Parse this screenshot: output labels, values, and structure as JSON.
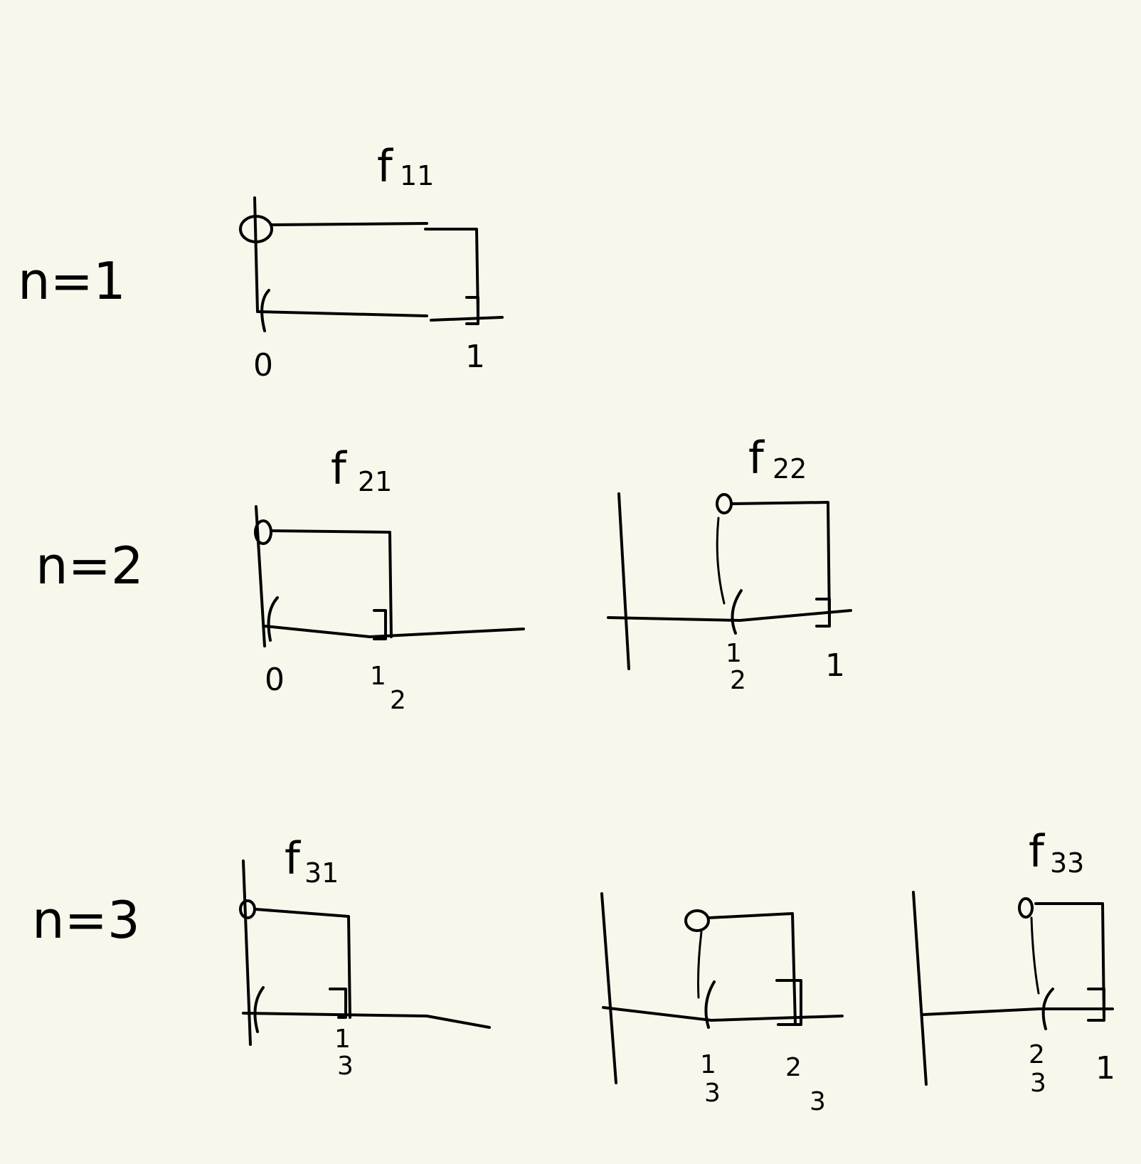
{
  "rows": [
    {
      "label": "n=1"
    },
    {
      "label": "n=2"
    },
    {
      "label": "n=3"
    }
  ],
  "functions": {
    "f11": {
      "name": "f",
      "sub": "11"
    },
    "f21": {
      "name": "f",
      "sub": "21"
    },
    "f22": {
      "name": "f",
      "sub": "22"
    },
    "f31": {
      "name": "f",
      "sub": "31"
    },
    "f33": {
      "name": "f",
      "sub": "33"
    }
  },
  "ticks": {
    "zero": "0",
    "one": "1",
    "half_num": "1",
    "half_den": "2",
    "third_num": "1",
    "third_den": "3",
    "twothirds_num": "2",
    "twothirds_den": "3",
    "top_value": "0"
  },
  "colors": {
    "ink": "#000000",
    "paper": "#f8f7ec"
  }
}
